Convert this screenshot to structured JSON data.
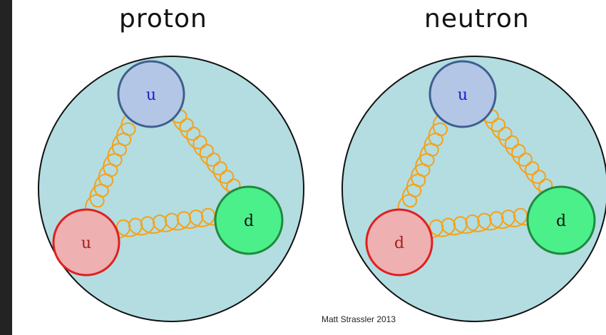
{
  "titles": {
    "left": "proton",
    "right": "neutron"
  },
  "credit": "Matt Strassler 2013",
  "colors": {
    "nucleon_fill": "#b3dde1",
    "nucleon_stroke": "#111111",
    "gluon": "#f4a21a",
    "quark_blue_fill": "#b3c6e6",
    "quark_blue_stroke": "#3f5f8f",
    "quark_blue_text": "#1a1acc",
    "quark_red_fill": "#eeb0b1",
    "quark_red_stroke": "#e01f1f",
    "quark_red_text": "#a02020",
    "quark_green_fill": "#4cf08a",
    "quark_green_stroke": "#1f8a3f",
    "quark_green_text": "#111111"
  },
  "diagrams": [
    {
      "name": "proton",
      "quarks": [
        {
          "label": "u",
          "color": "blue"
        },
        {
          "label": "d",
          "color": "green"
        },
        {
          "label": "u",
          "color": "red"
        }
      ]
    },
    {
      "name": "neutron",
      "quarks": [
        {
          "label": "u",
          "color": "blue"
        },
        {
          "label": "d",
          "color": "green"
        },
        {
          "label": "d",
          "color": "red"
        }
      ]
    }
  ]
}
